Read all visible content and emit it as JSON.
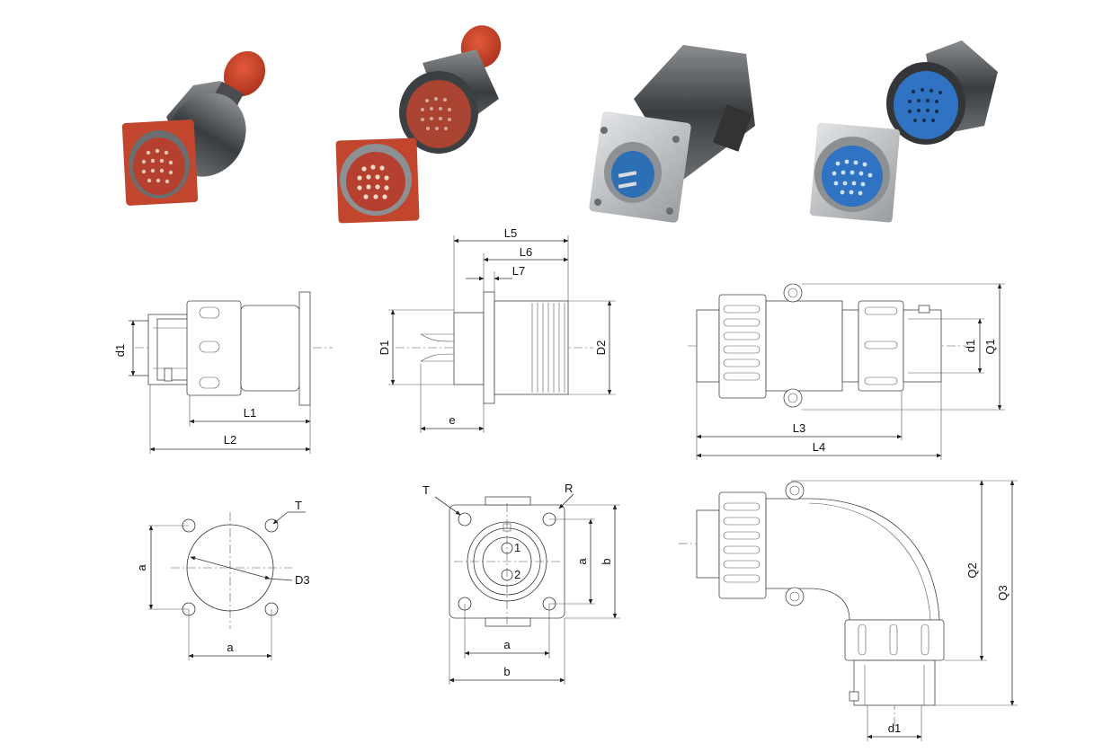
{
  "figure": {
    "photos": [
      {
        "name": "red-flange-receptacle-with-plug",
        "insert_color": "#b5402f",
        "flange_color": "#c2452d"
      },
      {
        "name": "red-plug-and-receptacle-pair",
        "insert_color": "#a94432",
        "flange_color": "#c2452d"
      },
      {
        "name": "blue-two-pin-receptacle-with-plug",
        "insert_color": "#2d6fb4",
        "flange_color": "#b8bcc0"
      },
      {
        "name": "blue-plug-and-receptacle-pair",
        "insert_color": "#2f73c2",
        "flange_color": "#b8bcc0"
      }
    ],
    "labels": {
      "d1": "d1",
      "L1": "L1",
      "L2": "L2",
      "D1": "D1",
      "D2": "D2",
      "e": "e",
      "L5": "L5",
      "L6": "L6",
      "L7": "L7",
      "Q1": "Q1",
      "L3": "L3",
      "L4": "L4",
      "T": "T",
      "a": "a",
      "b": "b",
      "R": "R",
      "D3": "D3",
      "Q2": "Q2",
      "Q3": "Q3",
      "pin1": "1",
      "pin2": "2"
    }
  }
}
